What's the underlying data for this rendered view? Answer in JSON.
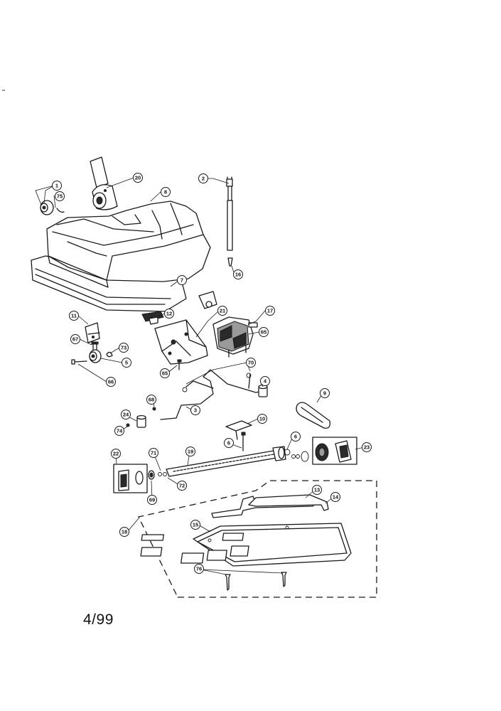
{
  "diagram": {
    "footer_date": "4/99",
    "callouts": [
      {
        "id": "c1",
        "label": "1"
      },
      {
        "id": "c75",
        "label": "75"
      },
      {
        "id": "c20",
        "label": "20"
      },
      {
        "id": "c8",
        "label": "8"
      },
      {
        "id": "c2",
        "label": "2"
      },
      {
        "id": "c16",
        "label": "16"
      },
      {
        "id": "c7",
        "label": "7"
      },
      {
        "id": "c12",
        "label": "12"
      },
      {
        "id": "c21",
        "label": "21"
      },
      {
        "id": "c17",
        "label": "17"
      },
      {
        "id": "c11",
        "label": "11"
      },
      {
        "id": "c67",
        "label": "67"
      },
      {
        "id": "c73",
        "label": "73"
      },
      {
        "id": "c5",
        "label": "5"
      },
      {
        "id": "c66",
        "label": "66"
      },
      {
        "id": "c65a",
        "label": "65"
      },
      {
        "id": "c65b",
        "label": "65"
      },
      {
        "id": "c70",
        "label": "70"
      },
      {
        "id": "c4",
        "label": "4"
      },
      {
        "id": "c9",
        "label": "9"
      },
      {
        "id": "c68",
        "label": "68"
      },
      {
        "id": "c3",
        "label": "3"
      },
      {
        "id": "c24",
        "label": "24"
      },
      {
        "id": "c74",
        "label": "74"
      },
      {
        "id": "c10",
        "label": "10"
      },
      {
        "id": "c6a",
        "label": "6"
      },
      {
        "id": "c6b",
        "label": "6"
      },
      {
        "id": "c23",
        "label": "23"
      },
      {
        "id": "c22",
        "label": "22"
      },
      {
        "id": "c71",
        "label": "71"
      },
      {
        "id": "c19",
        "label": "19"
      },
      {
        "id": "c72",
        "label": "72"
      },
      {
        "id": "c69",
        "label": "69"
      },
      {
        "id": "c13",
        "label": "13"
      },
      {
        "id": "c14",
        "label": "14"
      },
      {
        "id": "c18",
        "label": "18"
      },
      {
        "id": "c15",
        "label": "15"
      },
      {
        "id": "c76",
        "label": "76"
      }
    ]
  }
}
